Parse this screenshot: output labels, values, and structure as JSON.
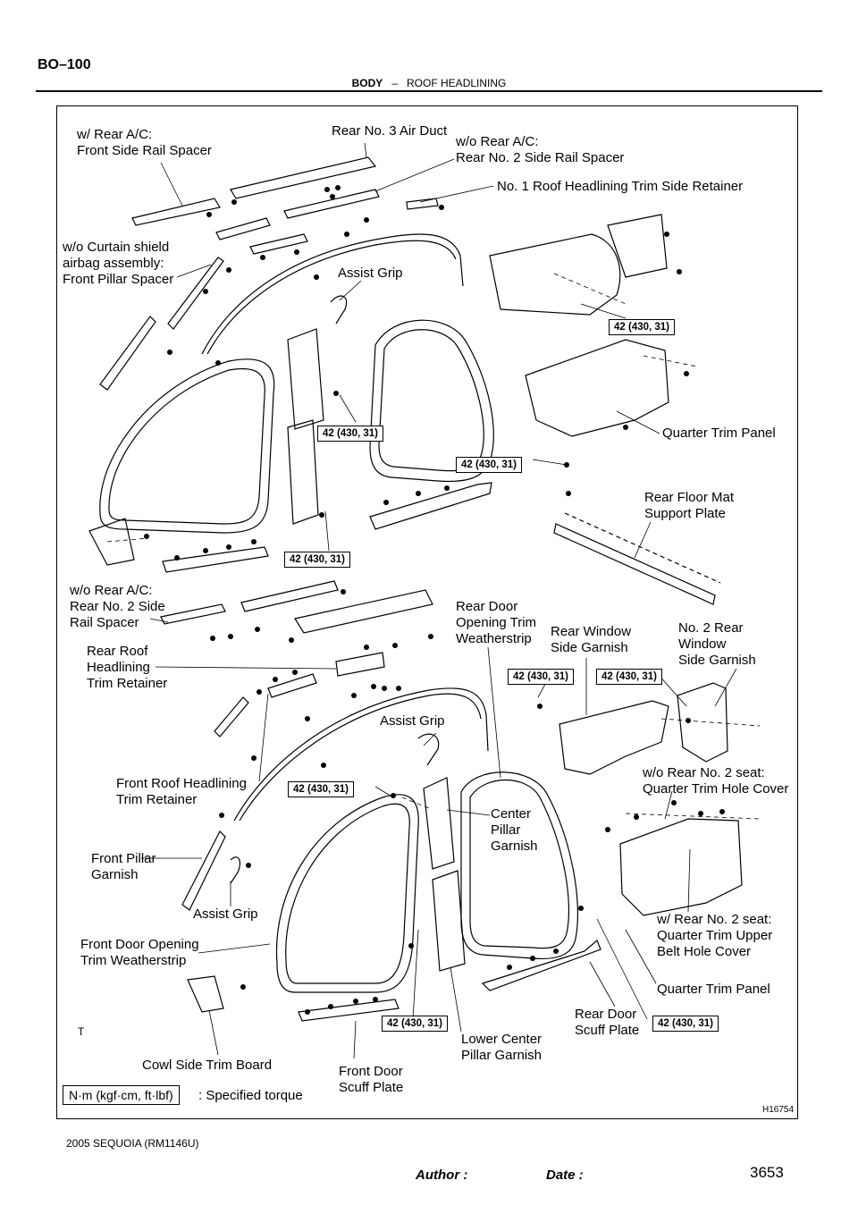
{
  "header": {
    "page_code": "BO–100",
    "section": "BODY",
    "separator": "–",
    "subsection": "ROOF HEADLINING"
  },
  "labels": {
    "rear_ac_front_side_rail_spacer": "w/ Rear A/C:\nFront Side Rail Spacer",
    "rear_no3_air_duct": "Rear No. 3 Air Duct",
    "wo_rear_ac_rear_no2_side_rail_spacer_top": "w/o Rear A/C:\nRear No. 2 Side Rail Spacer",
    "no1_roof_headlining_trim_side_retainer": "No. 1 Roof Headlining Trim Side Retainer",
    "front_pillar_spacer": "w/o Curtain shield\nairbag assembly:\nFront Pillar Spacer",
    "assist_grip_1": "Assist Grip",
    "quarter_trim_panel_1": "Quarter Trim Panel",
    "rear_floor_mat_support_plate": "Rear Floor Mat\nSupport Plate",
    "wo_rear_ac_rear_no2_side_rail_spacer": "w/o Rear A/C:\nRear No. 2 Side\nRail Spacer",
    "rear_door_opening_trim_weatherstrip": "Rear Door\nOpening Trim\nWeatherstrip",
    "rear_window_side_garnish": "Rear Window\nSide Garnish",
    "no2_rear_window_side_garnish": "No. 2 Rear\nWindow\nSide Garnish",
    "rear_roof_headlining_trim_retainer": "Rear Roof\nHeadlining\nTrim Retainer",
    "assist_grip_2": "Assist Grip",
    "front_roof_headlining_trim_retainer": "Front Roof Headlining\nTrim Retainer",
    "quarter_trim_hole_cover": "w/o Rear No. 2 seat:\nQuarter Trim Hole Cover",
    "center_pillar_garnish": "Center\nPillar\nGarnish",
    "front_pillar_garnish": "Front Pillar\nGarnish",
    "assist_grip_3": "Assist Grip",
    "quarter_trim_upper_belt_hole_cover": "w/ Rear No. 2 seat:\nQuarter Trim Upper\nBelt Hole Cover",
    "front_door_opening_trim_weatherstrip": "Front Door Opening\nTrim Weatherstrip",
    "quarter_trim_panel_2": "Quarter Trim Panel",
    "rear_door_scuff_plate": "Rear Door\nScuff Plate",
    "lower_center_pillar_garnish": "Lower Center\nPillar Garnish",
    "cowl_side_trim_board": "Cowl Side Trim Board",
    "front_door_scuff_plate": "Front Door\nScuff Plate"
  },
  "torque": {
    "value": "42 (430, 31)"
  },
  "legend": {
    "unit": "N·m (kgf·cm, ft·lbf)",
    "meaning": ": Specified torque"
  },
  "figure_id": "H16754",
  "corner_mark": "T",
  "footer": {
    "model": "2005 SEQUOIA   (RM1146U)",
    "author": "Author :",
    "date": "Date :",
    "page_number": "3653"
  }
}
